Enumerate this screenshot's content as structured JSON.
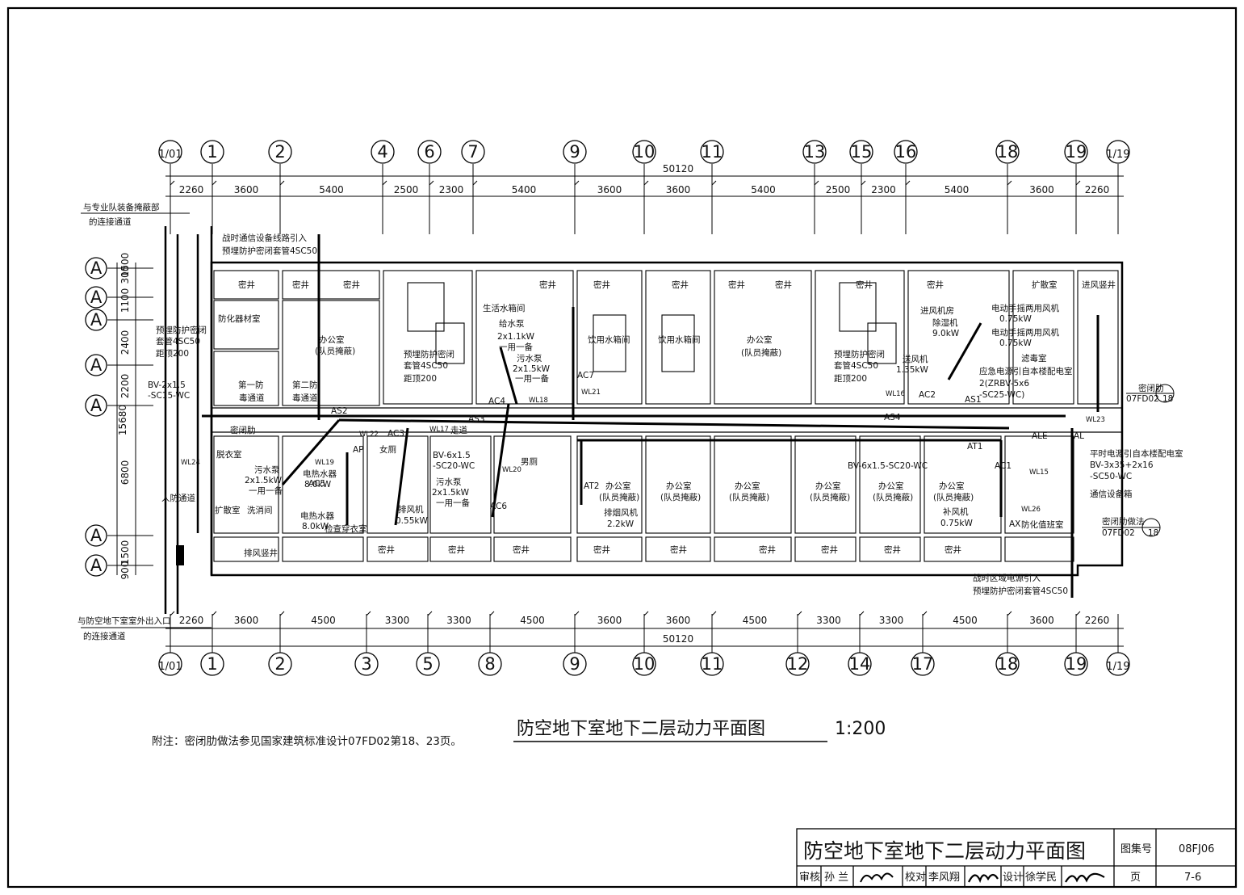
{
  "drawing": {
    "title": "防空地下室地下二层动力平面图",
    "scale": "1:200",
    "note": "附注：密闭肋做法参见国家建筑标准设计07FD02第18、23页。"
  },
  "axes": {
    "top": [
      "1/01",
      "1",
      "2",
      "4",
      "6",
      "7",
      "9",
      "10",
      "11",
      "13",
      "15",
      "16",
      "18",
      "19",
      "1/19"
    ],
    "bottom": [
      "1/01",
      "1",
      "2",
      "3",
      "5",
      "8",
      "9",
      "10",
      "11",
      "12",
      "14",
      "17",
      "18",
      "19",
      "1/19"
    ],
    "left": [
      "A",
      "A",
      "A",
      "A",
      "A",
      "A",
      "A"
    ]
  },
  "dimensions": {
    "total": "50120",
    "top": [
      "2260",
      "3600",
      "5400",
      "2500",
      "2300",
      "5400",
      "3600",
      "3600",
      "5400",
      "2500",
      "2300",
      "5400",
      "3600",
      "2260"
    ],
    "bottom": [
      "2260",
      "3600",
      "4500",
      "3300",
      "3300",
      "4500",
      "3600",
      "3600",
      "4500",
      "3300",
      "3300",
      "4500",
      "3600",
      "2260"
    ],
    "left": [
      "1500",
      "300",
      "1100",
      "2400",
      "2200",
      "6800",
      "1500",
      "900"
    ],
    "left_total": "15680"
  },
  "rooms": {
    "r1": "防化器材室",
    "r2": "办公室",
    "r3": "(队员掩蔽)",
    "r4": "第一防",
    "r5": "毒通道",
    "r6": "第二防",
    "r7": "毒通道",
    "r8": "密闭肋",
    "r9": "脱衣室",
    "r10": "扩散室",
    "r11": "洗消间",
    "r12": "排风竖井",
    "r13": "人防通道",
    "r14": "检查穿衣室",
    "r15": "女厕",
    "r16": "男厕",
    "r17": "走道",
    "r18": "生活水箱间",
    "r19": "饮用水箱间",
    "r20": "饮用水箱间",
    "r21": "办公室",
    "r22": "(队员掩蔽)",
    "r23": "进风机房",
    "r24": "滤毒室",
    "r25": "扩散室",
    "r26": "进风竖井",
    "r27": "通信设备箱",
    "r28": "防化值班室",
    "o1": "办公室",
    "o1b": "(队员掩蔽)",
    "o2": "办公室",
    "o2b": "(队员掩蔽)",
    "o3": "办公室",
    "o3b": "(队员掩蔽)",
    "o4": "办公室",
    "o4b": "(队员掩蔽)",
    "o5": "办公室",
    "o5b": "(队员掩蔽)",
    "o6": "办公室",
    "o6b": "(队员掩蔽)",
    "shaft": "密井"
  },
  "equipment": {
    "e1": "给水泵",
    "e2": "2x1.1kW",
    "e3": "一用一备",
    "e4": "污水泵",
    "e5": "2x1.5kW",
    "e6": "一用一备",
    "e7": "污水泵",
    "e8": "2x1.5kW",
    "e9": "一用一备",
    "e10": "电热水器",
    "e11": "8.0kW",
    "e12": "电热水器",
    "e13": "8.0kW",
    "e14": "排风机",
    "e15": "0.55kW",
    "e16": "污水泵",
    "e17": "2x1.5kW",
    "e18": "一用一备",
    "e19": "排烟风机",
    "e20": "2.2kW",
    "e21": "除湿机",
    "e22": "9.0kW",
    "e23": "电动手摇两用风机",
    "e24": "0.75kW",
    "e25": "电动手摇两用风机",
    "e26": "0.75kW",
    "e27": "送风机",
    "e28": "1.35kW",
    "e29": "补风机",
    "e30": "0.75kW"
  },
  "panels": [
    "AS2",
    "AC3",
    "AS3",
    "AC4",
    "AC7",
    "AS1",
    "AC2",
    "AS4",
    "AT1",
    "ALE",
    "AL",
    "AC1",
    "AT2",
    "AC5",
    "AP",
    "AC6",
    "AX"
  ],
  "circuits": [
    "WL22",
    "WL17",
    "WL18",
    "WL21",
    "WL16",
    "WL23",
    "WL15",
    "WL26",
    "WL24",
    "WL19",
    "WL20"
  ],
  "annotations": {
    "a1": "与专业队装备掩蔽部",
    "a2": "的连接通道",
    "a3": "战时通信设备线路引入",
    "a4": "预埋防护密闭套管4SC50",
    "a5": "预埋防护密闭",
    "a6": "套管4SC50",
    "a7": "距顶200",
    "a8": "BV-2x1.5",
    "a9": "-SC15-WC",
    "a10": "预埋防护密闭",
    "a11": "套管4SC50",
    "a12": "距顶200",
    "a13": "BV-6x1.5",
    "a14": "-SC20-WC",
    "a15": "预埋防护密闭",
    "a16": "套管4SC50",
    "a17": "距顶200",
    "a18": "应急电源引自本楼配电室",
    "a19": "2(ZRBV-5x6",
    "a20": "-SC25-WC)",
    "a21": "BV-6x1.5-SC20-WC",
    "a22": "平时电源引自本楼配电室",
    "a23": "BV-3x35+2x16",
    "a24": "-SC50-WC",
    "a25": "密闭肋",
    "a26": "07FD02",
    "a27": "18",
    "a28": "密闭肋做法",
    "a29": "07FD02",
    "a30": "18",
    "a31": "战时区域电源引入",
    "a32": "预埋防护密闭套管4SC50",
    "a33": "与防空地下室室外出入口",
    "a34": "的连接通道"
  },
  "title_block": {
    "name": "防空地下室地下二层动力平面图",
    "atlas_label": "图集号",
    "atlas_no": "08FJ06",
    "review_label": "审核",
    "review_name": "孙 兰",
    "check_label": "校对",
    "check_name": "李风翔",
    "design_label": "设计",
    "design_name": "徐学民",
    "page_label": "页",
    "page_no": "7-6"
  }
}
